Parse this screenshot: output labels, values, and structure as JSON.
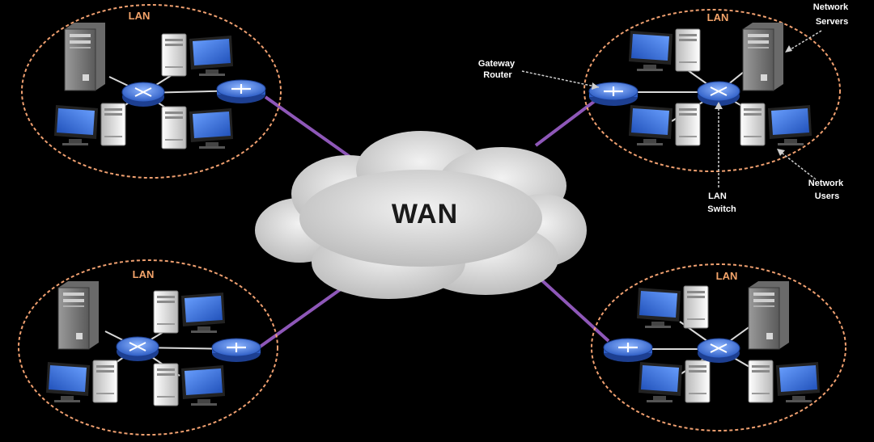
{
  "wan": {
    "label": "WAN"
  },
  "lans": [
    {
      "label": "LAN"
    },
    {
      "label": "LAN"
    },
    {
      "label": "LAN"
    },
    {
      "label": "LAN"
    }
  ],
  "callouts": {
    "gateway_router": [
      "Gateway",
      "Router"
    ],
    "network_servers": [
      "Network",
      "Servers"
    ],
    "lan_switch": [
      "LAN",
      "Switch"
    ],
    "network_users": [
      "Network",
      "Users"
    ]
  },
  "colors": {
    "background": "#000000",
    "lan_boundary": "#f0a070",
    "wan_link": "#8e57b8",
    "device_blue": "#3f6fd0",
    "cloud": "#d9d9d9"
  }
}
